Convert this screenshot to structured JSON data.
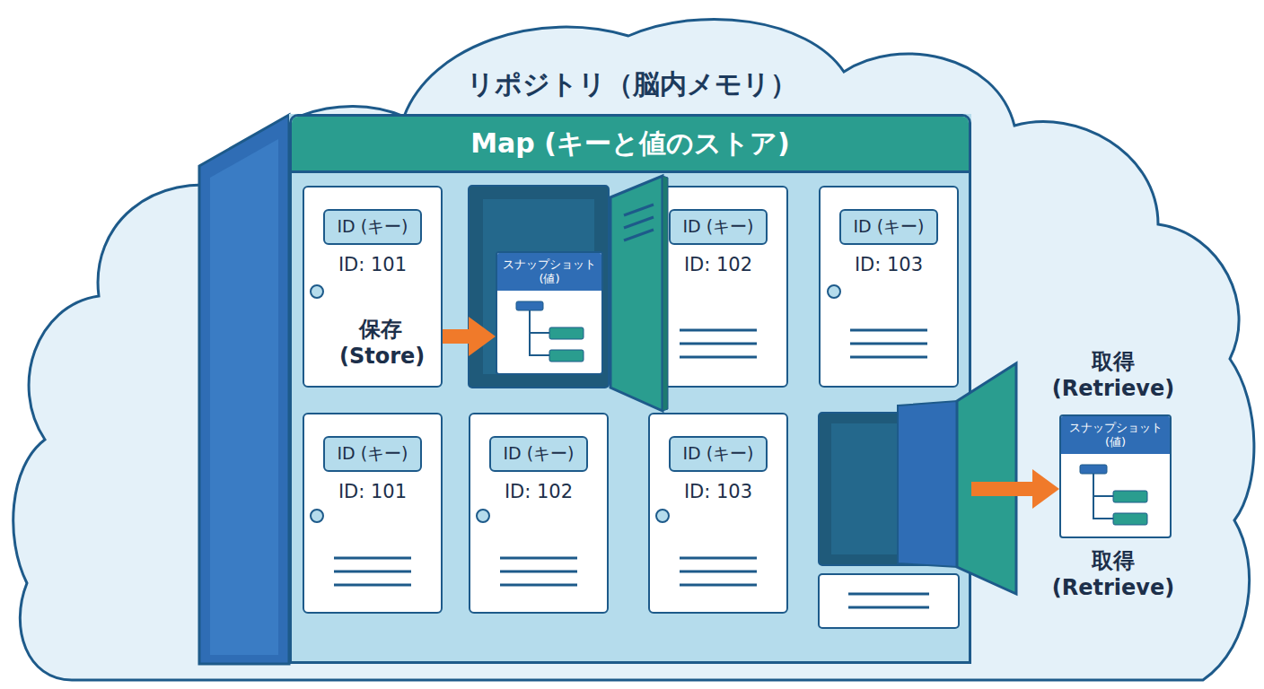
{
  "diagram": {
    "title": "リポジトリ（脳内メモリ）",
    "nodes": [
      {
        "text": [
          "Map (キーと値のストア)"
        ]
      },
      {
        "text": [
          "ID (キー)",
          "ID: 101"
        ],
        "in": 0
      },
      {
        "text": [
          "スナップショット (値)"
        ],
        "in": 0
      },
      {
        "text": [
          "ID (キー)",
          "ID: 102"
        ],
        "in": 0
      },
      {
        "text": [
          "ID (キー)",
          "ID: 103"
        ],
        "in": 0
      },
      {
        "text": [
          "ID (キー)",
          "ID: 101"
        ],
        "in": 0
      },
      {
        "text": [
          "ID (キー)",
          "ID: 102"
        ],
        "in": 0
      },
      {
        "text": [
          "ID (キー)",
          "ID: 103"
        ],
        "in": 0
      },
      {
        "text": [
          "スナップショット (値)"
        ]
      }
    ],
    "edges": [
      {
        "from": 1,
        "to": 2,
        "arrow": "to",
        "label": "保存 (Store)"
      },
      {
        "from": 0,
        "to": 8,
        "arrow": "to"
      }
    ],
    "labels": [
      "取得 (Retrieve)",
      "取得 (Retrieve)"
    ]
  }
}
